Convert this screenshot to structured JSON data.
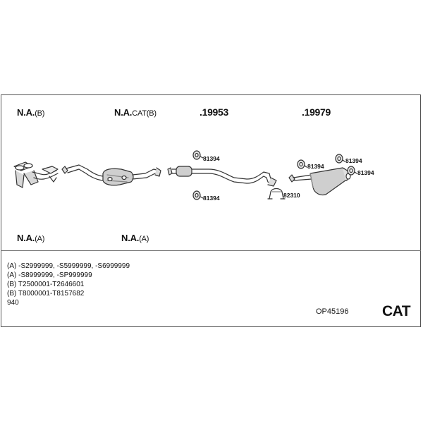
{
  "headers": {
    "na_b": {
      "main": "N.A.",
      "suffix": "(B)"
    },
    "na_cat_b": {
      "main": "N.A.",
      "suffix": "CAT(B)"
    },
    "part_19953": ".19953",
    "part_19979": ".19979",
    "na_a_left": {
      "main": "N.A.",
      "suffix": "(A)"
    },
    "na_a_mid": {
      "main": "N.A.",
      "suffix": "(A)"
    }
  },
  "part_labels": {
    "hanger_top_mid": "81394",
    "hanger_bottom_mid": "81394",
    "hanger_rear_1": "81394",
    "hanger_rear_2": "81394",
    "hanger_rear_3": "81394",
    "clamp": "82310"
  },
  "notes": [
    "(A) -S2999999, -S5999999, -S6999999",
    "(A) -S8999999, -SP999999",
    "(B) T2500001-T2646601",
    "(B) T8000001-T8157682",
    "940"
  ],
  "footer": {
    "code": "OP45196",
    "category": "CAT"
  }
}
